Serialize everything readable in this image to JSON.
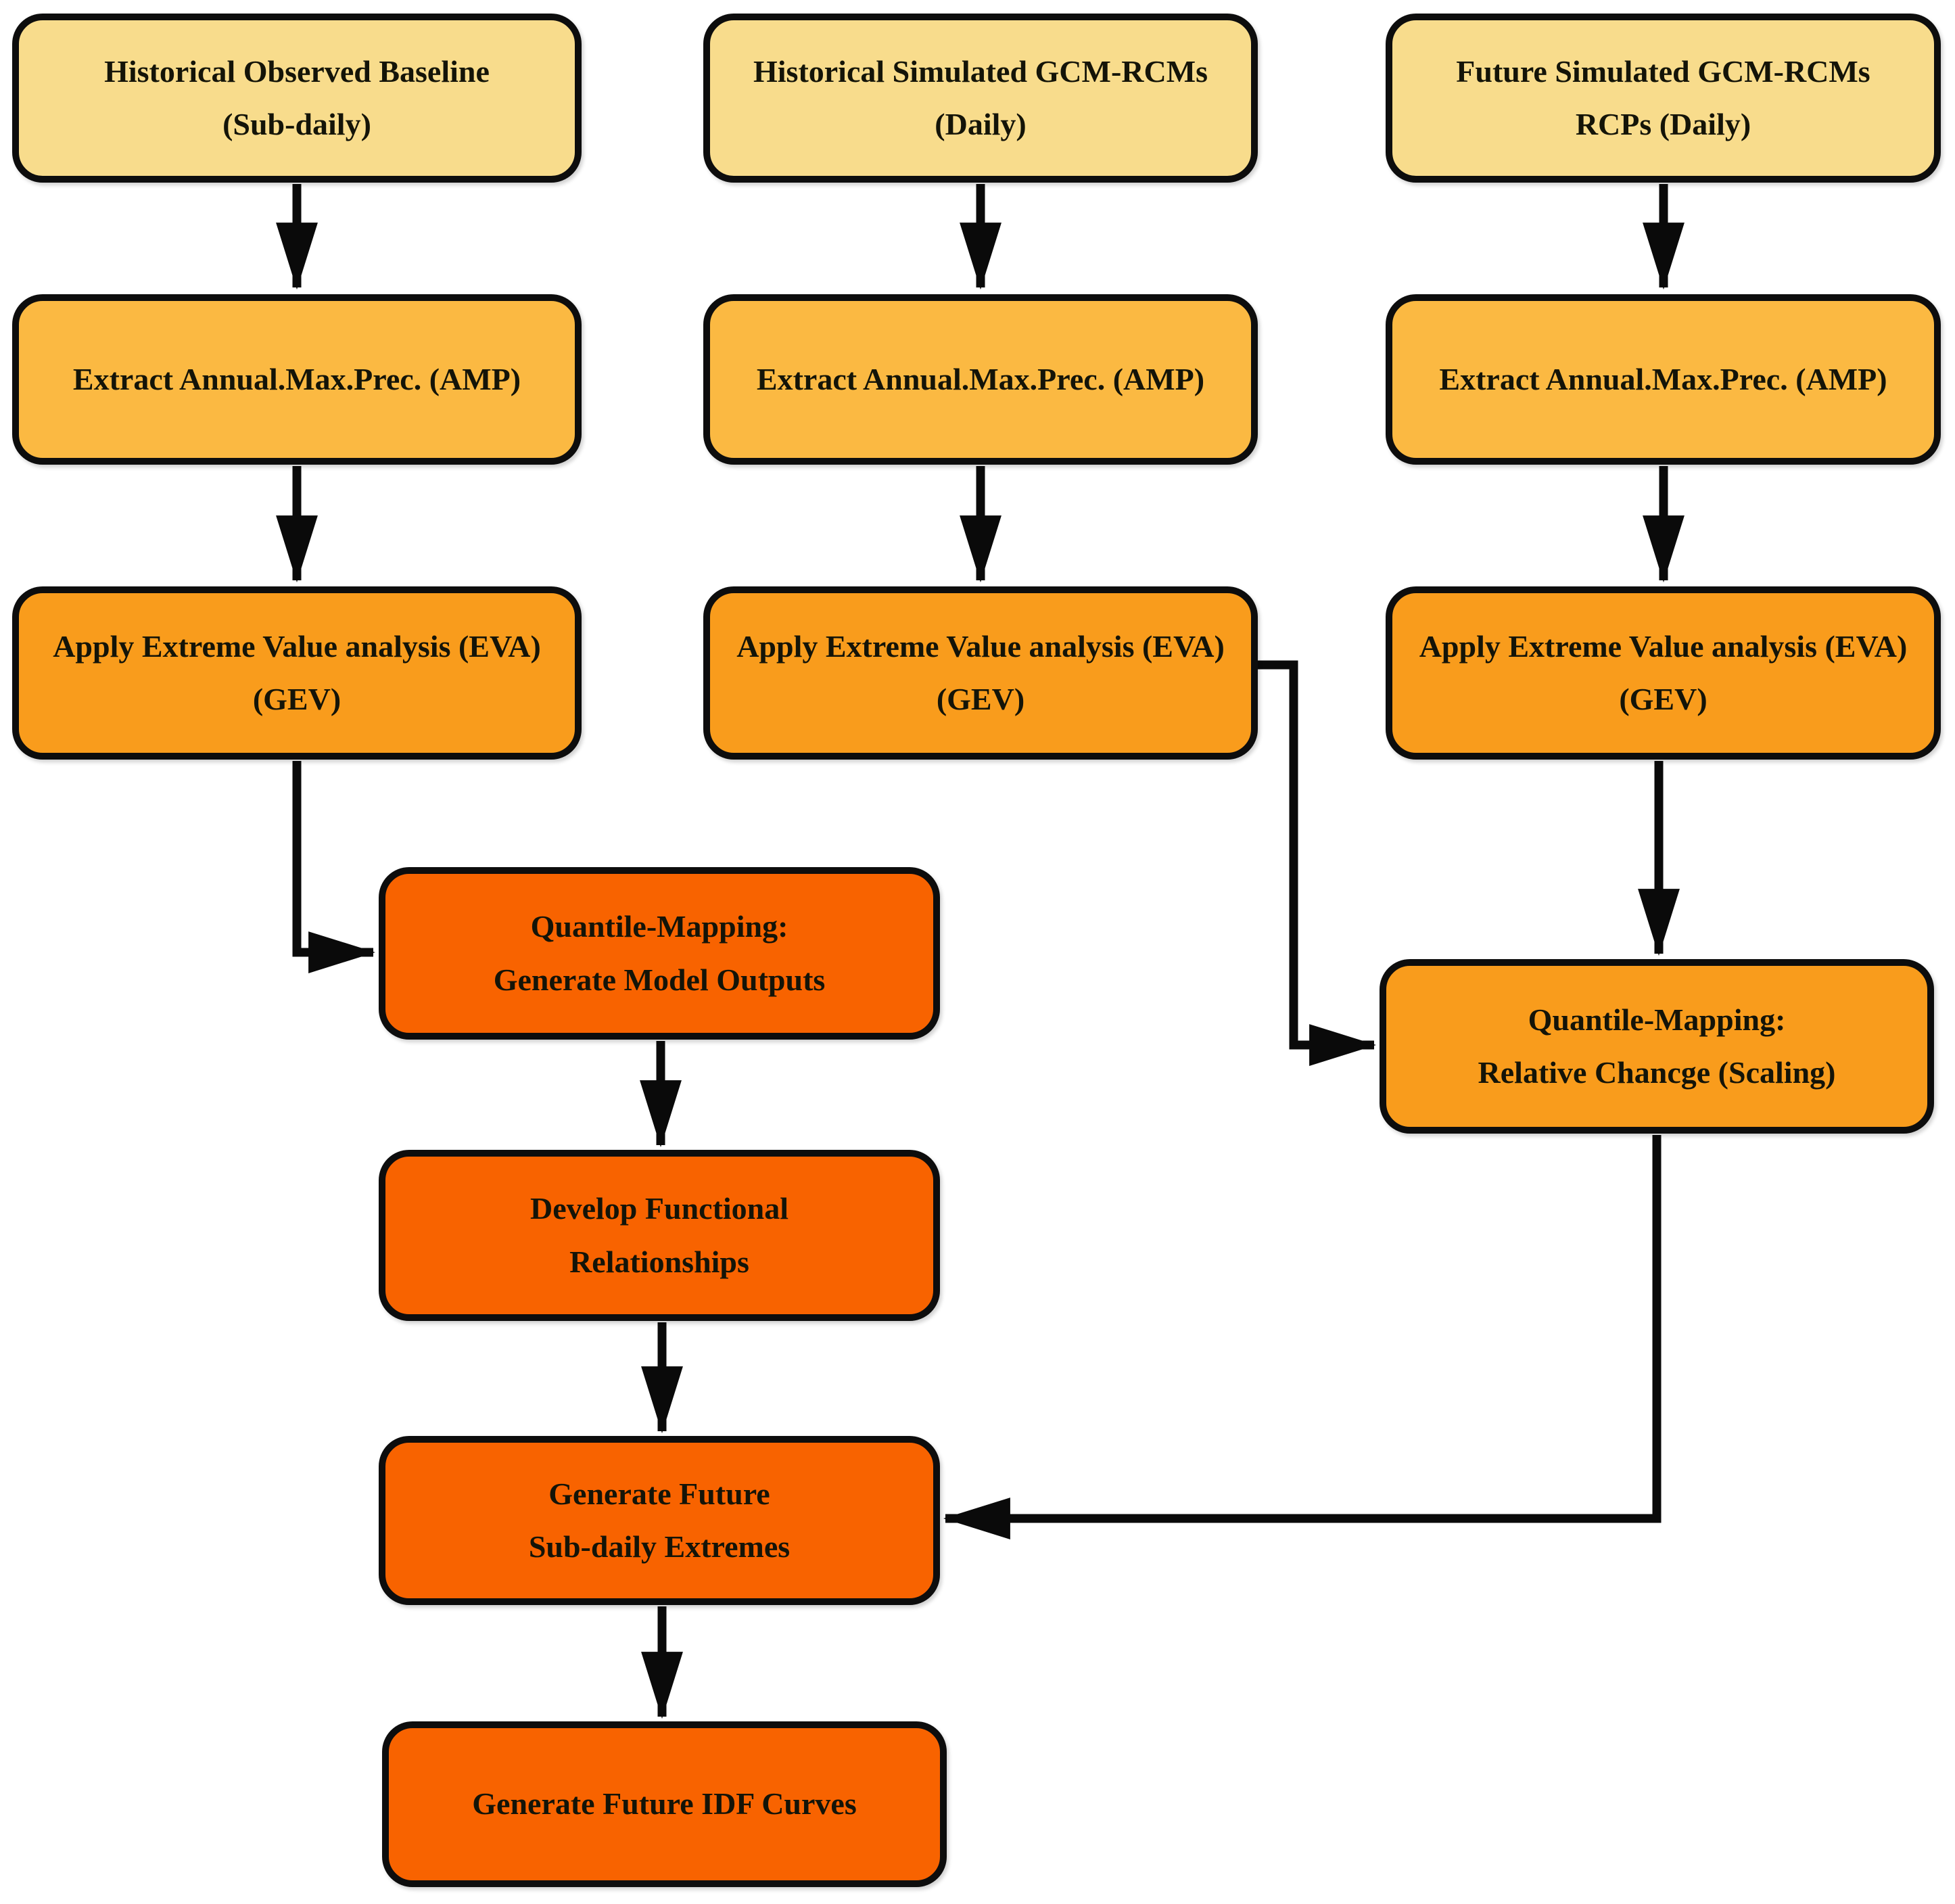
{
  "palette": {
    "light_yellow": "#F8DC8C",
    "amber": "#FBB942",
    "orange": "#F99C1C",
    "dark_orange": "#F86300",
    "outline": "#0D0D0D",
    "arrow": "#0A0A0A",
    "background": "#FFFFFF",
    "text": "#141408"
  },
  "nodes": [
    {
      "id": "historical-observed-baseline",
      "label": "Historical Observed Baseline\n(Sub-daily)",
      "color": "light_yellow"
    },
    {
      "id": "historical-simulated-gcm-rcms",
      "label": "Historical Simulated GCM-RCMs\n(Daily)",
      "color": "light_yellow"
    },
    {
      "id": "future-simulated-gcm-rcms",
      "label": "Future Simulated GCM-RCMs\nRCPs (Daily)",
      "color": "light_yellow"
    },
    {
      "id": "extract-amp-1",
      "label": "Extract Annual.Max.Prec. (AMP)",
      "color": "amber"
    },
    {
      "id": "extract-amp-2",
      "label": "Extract Annual.Max.Prec. (AMP)",
      "color": "amber"
    },
    {
      "id": "extract-amp-3",
      "label": "Extract Annual.Max.Prec. (AMP)",
      "color": "amber"
    },
    {
      "id": "eva-1",
      "label": "Apply Extreme Value analysis (EVA)\n(GEV)",
      "color": "orange"
    },
    {
      "id": "eva-2",
      "label": "Apply Extreme Value analysis (EVA)\n(GEV)",
      "color": "orange"
    },
    {
      "id": "eva-3",
      "label": "Apply Extreme Value analysis (EVA)\n(GEV)",
      "color": "orange"
    },
    {
      "id": "quantile-mapping-generate-model-outputs",
      "label": "Quantile-Mapping:\nGenerate Model Outputs",
      "color": "dark_orange"
    },
    {
      "id": "quantile-mapping-relative-change-scaling",
      "label": "Quantile-Mapping:\nRelative Chancge (Scaling)",
      "color": "orange"
    },
    {
      "id": "develop-functional-relationships",
      "label": "Develop Functional\nRelationships",
      "color": "dark_orange"
    },
    {
      "id": "generate-future-sub-daily-extremes",
      "label": "Generate Future\nSub-daily Extremes",
      "color": "dark_orange"
    },
    {
      "id": "generate-future-idf-curves",
      "label": "Generate Future IDF Curves",
      "color": "dark_orange"
    }
  ],
  "edges": [
    {
      "from": "historical-observed-baseline",
      "to": "extract-amp-1"
    },
    {
      "from": "historical-simulated-gcm-rcms",
      "to": "extract-amp-2"
    },
    {
      "from": "future-simulated-gcm-rcms",
      "to": "extract-amp-3"
    },
    {
      "from": "extract-amp-1",
      "to": "eva-1"
    },
    {
      "from": "extract-amp-2",
      "to": "eva-2"
    },
    {
      "from": "extract-amp-3",
      "to": "eva-3"
    },
    {
      "from": "eva-1",
      "to": "quantile-mapping-generate-model-outputs"
    },
    {
      "from": "eva-2",
      "to": "quantile-mapping-relative-change-scaling"
    },
    {
      "from": "eva-3",
      "to": "quantile-mapping-relative-change-scaling"
    },
    {
      "from": "quantile-mapping-generate-model-outputs",
      "to": "develop-functional-relationships"
    },
    {
      "from": "develop-functional-relationships",
      "to": "generate-future-sub-daily-extremes"
    },
    {
      "from": "quantile-mapping-relative-change-scaling",
      "to": "generate-future-sub-daily-extremes"
    },
    {
      "from": "generate-future-sub-daily-extremes",
      "to": "generate-future-idf-curves"
    }
  ]
}
